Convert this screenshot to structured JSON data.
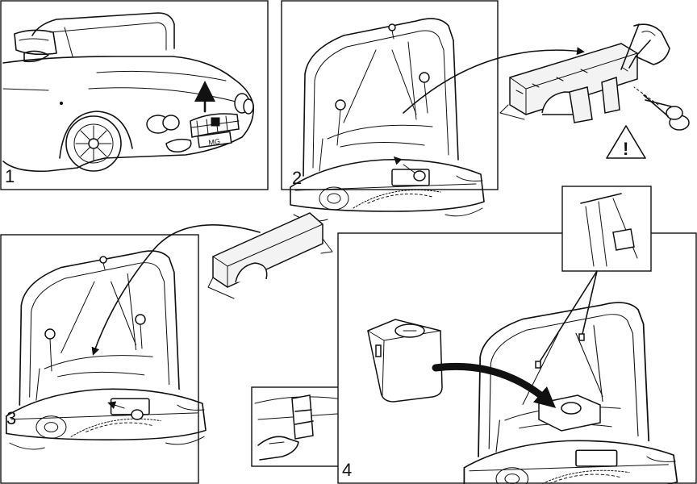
{
  "steps": [
    {
      "number": "1"
    },
    {
      "number": "2"
    },
    {
      "number": "3"
    },
    {
      "number": "4"
    }
  ],
  "plate_text": "MG",
  "warning_symbol": "!",
  "icons": [
    "warning-triangle-icon",
    "scissors-icon",
    "pen-icon",
    "mg-badge-icon"
  ]
}
